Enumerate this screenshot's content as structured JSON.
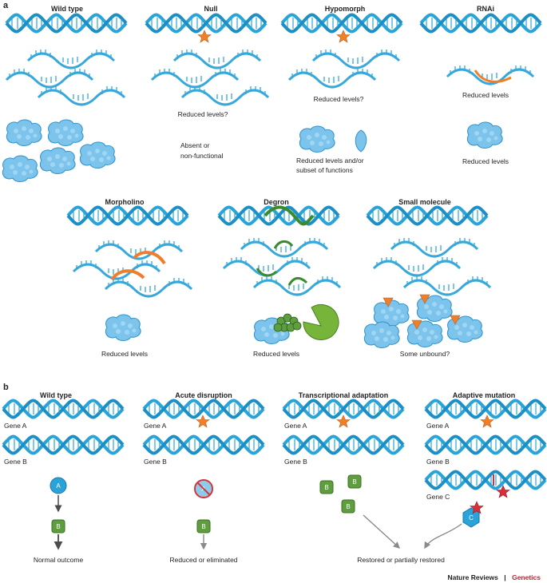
{
  "panel_a": {
    "label": "a",
    "wild_type": {
      "title": "Wild type"
    },
    "null": {
      "title": "Null",
      "rna_note": "Reduced levels?",
      "protein_note_1": "Absent or",
      "protein_note_2": "non-functional"
    },
    "hypomorph": {
      "title": "Hypomorph",
      "rna_note": "Reduced levels?",
      "protein_note_1": "Reduced levels and/or",
      "protein_note_2": "subset of functions"
    },
    "rnai": {
      "title": "RNAi",
      "rna_note": "Reduced levels",
      "protein_note": "Reduced levels"
    },
    "morpholino": {
      "title": "Morpholino",
      "protein_note": "Reduced levels"
    },
    "degron": {
      "title": "Degron",
      "protein_note": "Reduced levels"
    },
    "small_molecule": {
      "title": "Small molecule",
      "protein_note": "Some unbound?"
    }
  },
  "panel_b": {
    "label": "b",
    "wild_type": {
      "title": "Wild type",
      "gene_a": "Gene A",
      "gene_b": "Gene B",
      "protein_a": "A",
      "protein_b": "B",
      "outcome": "Normal outcome"
    },
    "acute": {
      "title": "Acute disruption",
      "gene_a": "Gene A",
      "gene_b": "Gene B",
      "protein_a": "A",
      "protein_b": "B",
      "outcome": "Reduced or eliminated"
    },
    "transcriptional": {
      "title": "Transcriptional adaptation",
      "gene_a": "Gene A",
      "gene_b": "Gene B",
      "protein_b": "B"
    },
    "adaptive": {
      "title": "Adaptive mutation",
      "gene_a": "Gene A",
      "gene_b": "Gene B",
      "gene_c": "Gene C",
      "protein_c": "C"
    },
    "shared_outcome": "Restored or partially restored"
  },
  "journal": {
    "name": "Nature Reviews",
    "separator": "|",
    "section": "Genetics"
  },
  "colors": {
    "dna": "#2aa3d8",
    "rna": "#36a8dc",
    "protein": "#7cc4ec",
    "mutation": "#f07f2a",
    "morpholino": "#ef7d2b",
    "degron": "#3a8a2e",
    "green_protein": "#5f9e3e",
    "red_star": "#d92f3b",
    "arrow": "#4d4d4d"
  },
  "icons": {
    "mutation": "star-icon",
    "inhibition": "no-sign-icon",
    "proteasome": "pacman-icon",
    "small_molecule": "triangle-icon"
  }
}
